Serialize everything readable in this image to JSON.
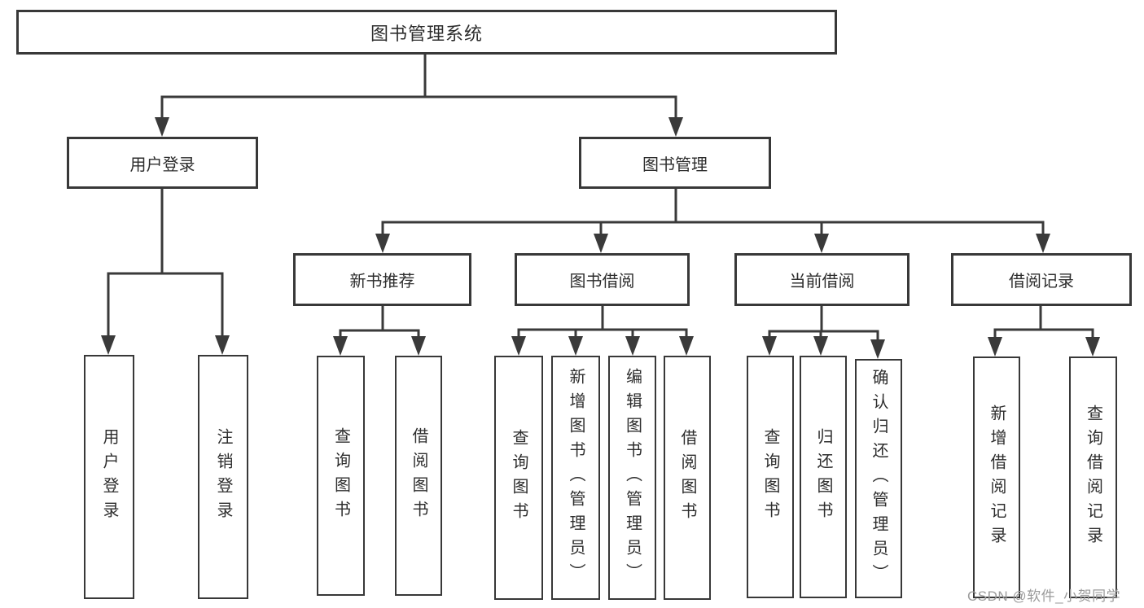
{
  "diagram": {
    "root": {
      "label": "图书管理系统"
    },
    "level2": [
      {
        "label": "用户登录",
        "children": [
          {
            "label": "用户登录"
          },
          {
            "label": "注销登录"
          }
        ]
      },
      {
        "label": "图书管理",
        "children": [
          {
            "label": "新书推荐",
            "children": [
              {
                "label": "查询图书"
              },
              {
                "label": "借阅图书"
              }
            ]
          },
          {
            "label": "图书借阅",
            "children": [
              {
                "label": "查询图书"
              },
              {
                "label": "新增图书（管理员）"
              },
              {
                "label": "编辑图书（管理员）"
              },
              {
                "label": "借阅图书"
              }
            ]
          },
          {
            "label": "当前借阅",
            "children": [
              {
                "label": "查询图书"
              },
              {
                "label": "归还图书"
              },
              {
                "label": "确认归还（管理员）"
              }
            ]
          },
          {
            "label": "借阅记录",
            "children": [
              {
                "label": "新增借阅记录"
              },
              {
                "label": "查询借阅记录"
              }
            ]
          }
        ]
      }
    ]
  },
  "watermark": {
    "text": "CSDN @软件_小贺同学"
  },
  "colors": {
    "line": "#3a3a3a",
    "border": "#383838",
    "text": "#2d2d2d",
    "watermark": "#9b9b9b",
    "background": "#ffffff"
  }
}
